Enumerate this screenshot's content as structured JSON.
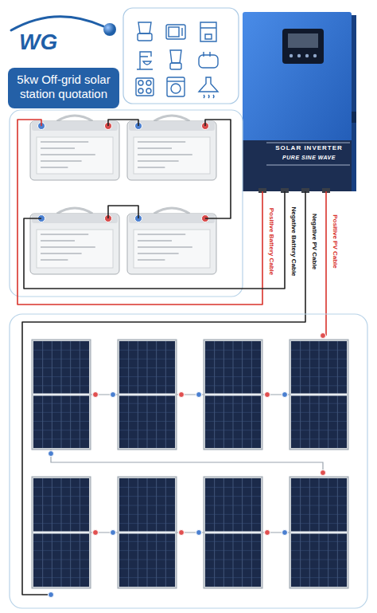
{
  "diagram": {
    "nodes": [
      {
        "text": [
          "5kw Off-grid solar station quotation"
        ]
      },
      {
        "text": [
          "SOLAR INVERTER",
          "PURE SINE WAVE"
        ]
      }
    ],
    "labels": [
      "WG",
      "Positive Battery Cable",
      "Negative Battery Cable",
      "Negative PV Cable",
      "Positive PV Cable"
    ]
  }
}
